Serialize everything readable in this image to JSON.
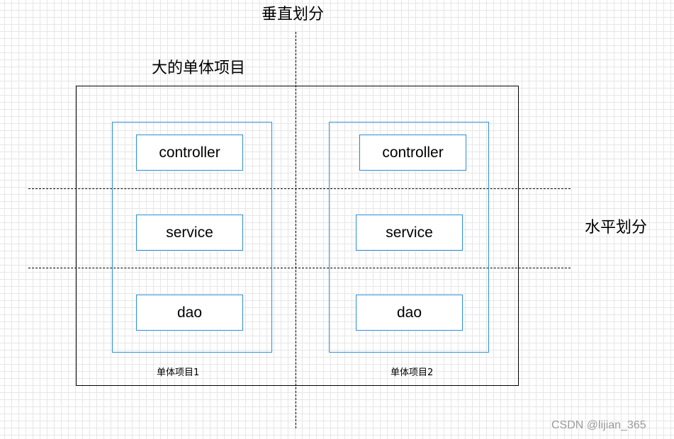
{
  "labels": {
    "vertical_split": "垂直划分",
    "big_project": "大的单体项目",
    "horizontal_split": "水平划分",
    "project1": "单体项目1",
    "project2": "单体项目2"
  },
  "project1": {
    "layers": [
      "controller",
      "service",
      "dao"
    ]
  },
  "project2": {
    "layers": [
      "controller",
      "service",
      "dao"
    ]
  },
  "watermark": "CSDN @lijian_365",
  "colors": {
    "box_border": "#000000",
    "layer_border": "#2b8fd8",
    "grid": "#e6e6e6",
    "watermark": "#9a9a9a"
  }
}
